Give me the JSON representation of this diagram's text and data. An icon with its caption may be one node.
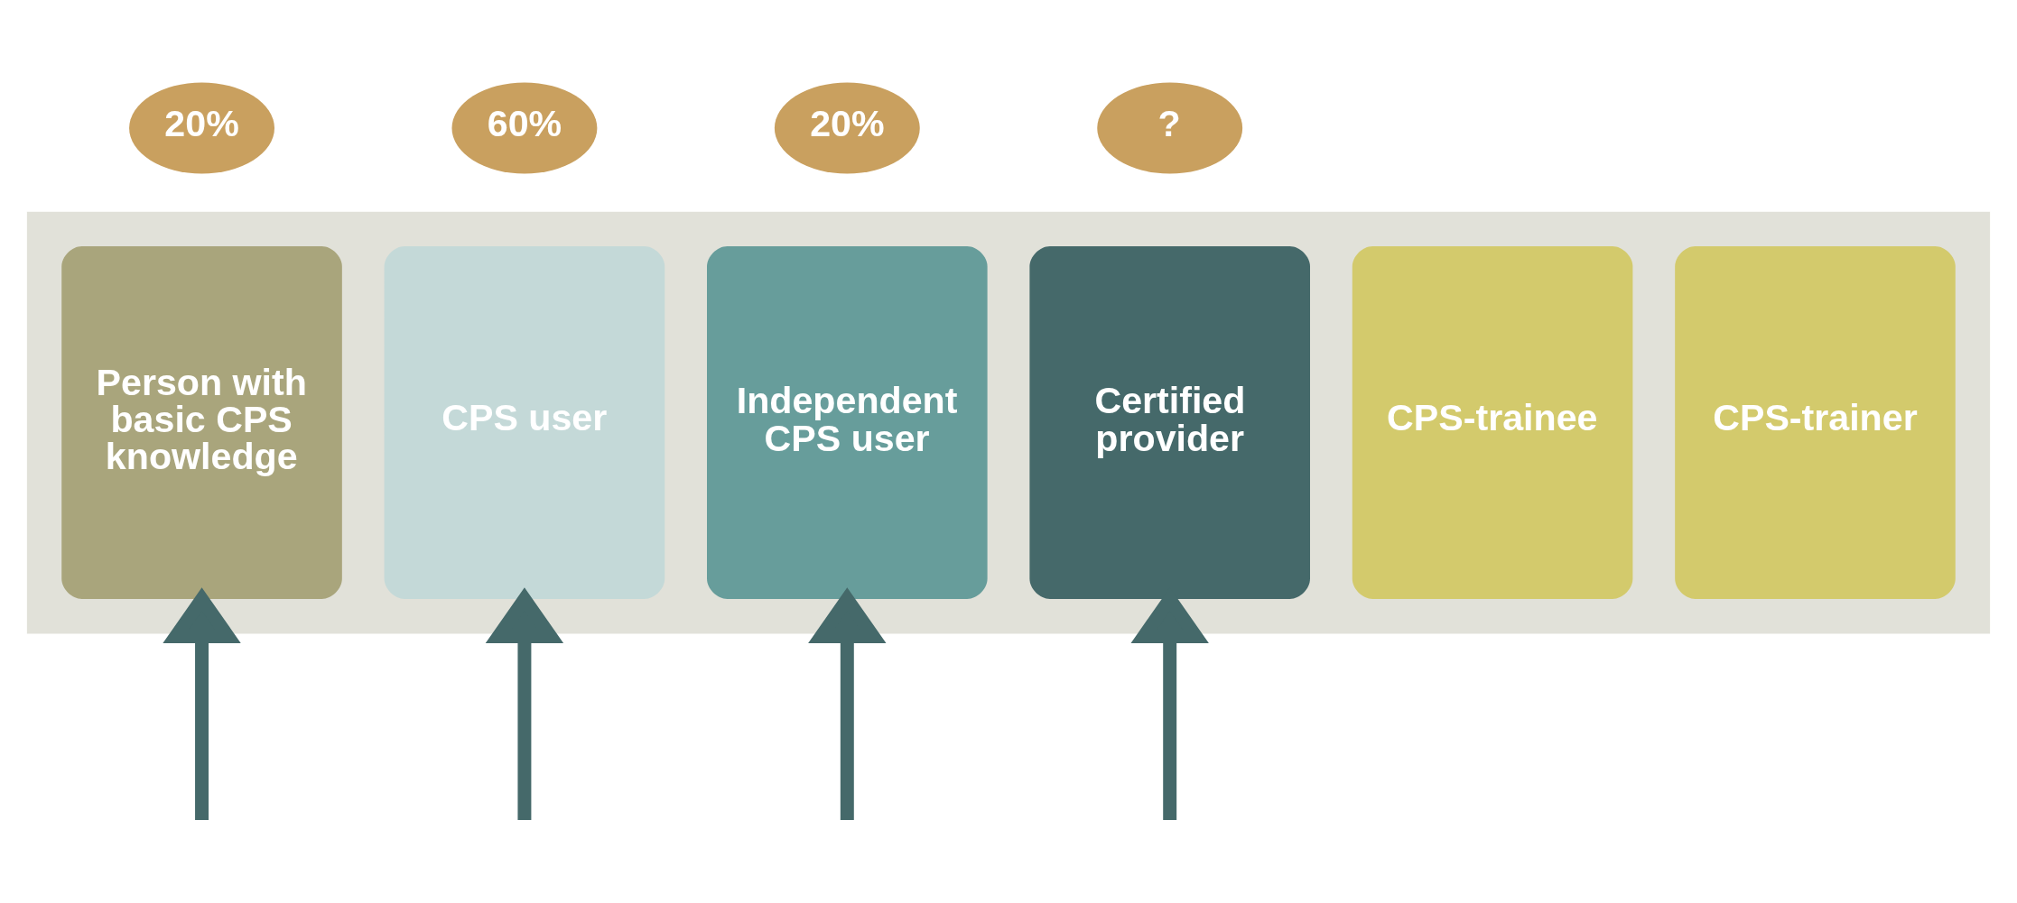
{
  "diagram": {
    "nodes": [
      {
        "text": [
          "20%"
        ]
      },
      {
        "text": [
          "60%"
        ]
      },
      {
        "text": [
          "20%"
        ]
      },
      {
        "text": [
          "?"
        ]
      },
      {
        "text": [],
        "shape": "arrow"
      },
      {
        "text": [
          "Person with basic CPS knowledge"
        ],
        "in": 4
      },
      {
        "text": [
          "CPS user"
        ],
        "in": 4
      },
      {
        "text": [
          "Independent CPS user"
        ],
        "in": 4
      },
      {
        "text": [
          "Certified provider"
        ],
        "in": 4
      },
      {
        "text": [
          "CPS-trainee"
        ],
        "in": 4
      },
      {
        "text": [
          "CPS-trainer"
        ],
        "in": 4
      }
    ],
    "edges": [
      {
        "from": null,
        "to": 5,
        "arrow": "to"
      },
      {
        "from": null,
        "to": 6,
        "arrow": "to"
      },
      {
        "from": null,
        "to": 7,
        "arrow": "to"
      },
      {
        "from": null,
        "to": 8,
        "arrow": "to"
      }
    ]
  }
}
